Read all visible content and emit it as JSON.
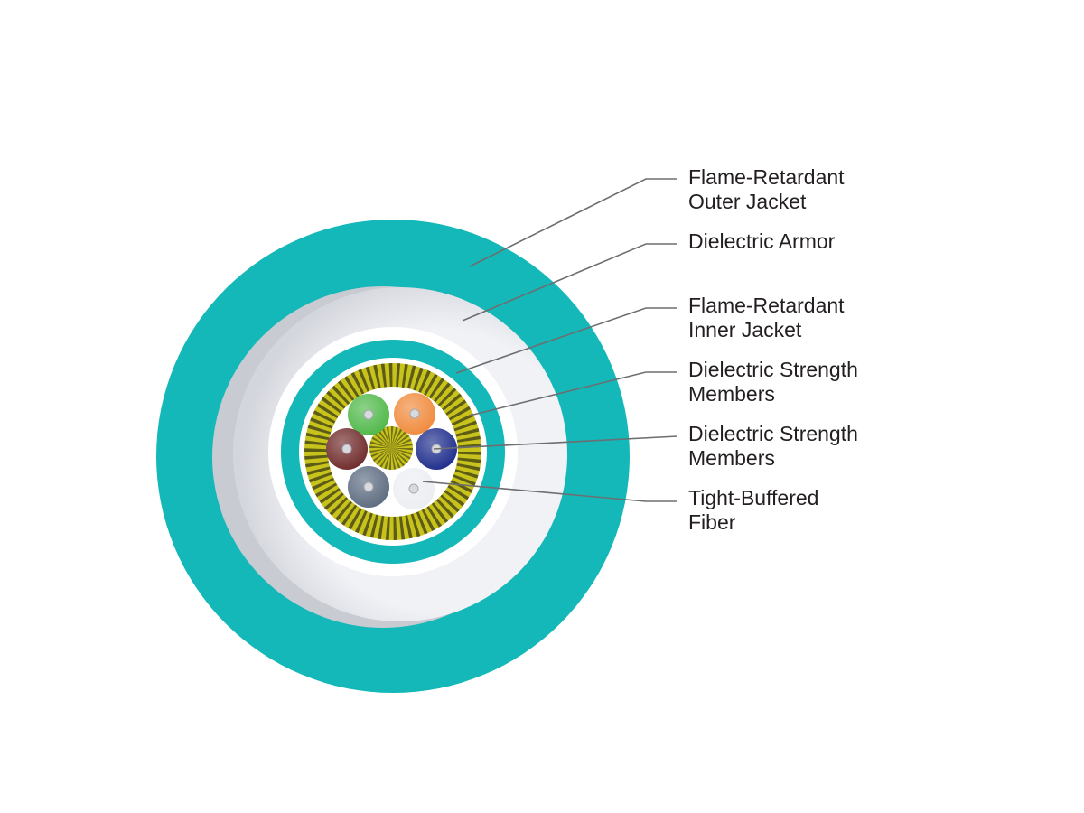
{
  "colors": {
    "outer_jacket": "#14b8b8",
    "armor": "#eeeff4",
    "armor_shadow": "#c9cbd2",
    "inner_jacket": "#14b8b8",
    "separator": "#ffffff",
    "strength_yellow": "#c8c21c",
    "strength_dark": "#3a3a14",
    "leader_line": "#6d6e71",
    "label_text": "#231f20"
  },
  "fibers": [
    {
      "name": "green",
      "color": "#4fb848"
    },
    {
      "name": "orange",
      "color": "#f08a3c"
    },
    {
      "name": "blue",
      "color": "#1e2d8c"
    },
    {
      "name": "white",
      "color": "#eceef2"
    },
    {
      "name": "slate",
      "color": "#5c6b80"
    },
    {
      "name": "brown",
      "color": "#6f2a2a"
    }
  ],
  "labels": [
    {
      "id": "outer-jacket",
      "lines": [
        "Flame-Retardant",
        "Outer Jacket"
      ]
    },
    {
      "id": "dielectric-armor",
      "lines": [
        "Dielectric Armor"
      ]
    },
    {
      "id": "inner-jacket",
      "lines": [
        "Flame-Retardant",
        "Inner Jacket"
      ]
    },
    {
      "id": "strength-members-1",
      "lines": [
        "Dielectric Strength",
        "Members"
      ]
    },
    {
      "id": "strength-members-2",
      "lines": [
        "Dielectric Strength",
        "Members"
      ]
    },
    {
      "id": "tight-buffered-fiber",
      "lines": [
        "Tight-Buffered",
        "Fiber"
      ]
    }
  ]
}
